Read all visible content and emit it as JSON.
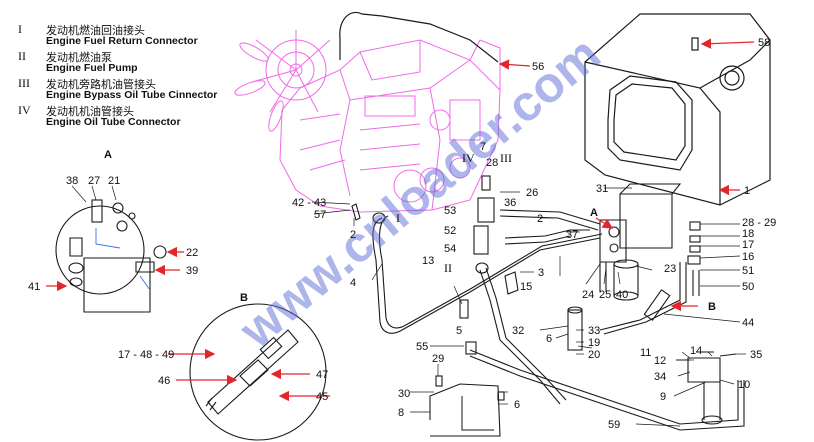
{
  "legend": [
    {
      "num": "I",
      "cn": "发动机燃油回油接头",
      "en": "Engine Fuel Return Connector"
    },
    {
      "num": "II",
      "cn": "发动机燃油泵",
      "en": "Engine Fuel Pump"
    },
    {
      "num": "III",
      "cn": "发动机旁路机油管接头",
      "en": "Engine Bypass Oil Tube Cinnector"
    },
    {
      "num": "IV",
      "cn": "发动机机油管接头",
      "en": "Engine Oil Tube Connector"
    }
  ],
  "sections": {
    "a": "A",
    "b": "B"
  },
  "markers": {
    "i": "I",
    "ii": "II",
    "iii": "III",
    "iv": "IV"
  },
  "callouts": {
    "c1": "1",
    "c2a": "2",
    "c2b": "2",
    "c3": "3",
    "c4": "4",
    "c5": "5",
    "c6a": "6",
    "c6b": "6",
    "c7": "7",
    "c8": "8",
    "c9": "9",
    "c10": "10",
    "c11": "11",
    "c12": "12",
    "c13": "13",
    "c14": "14",
    "c15": "15",
    "c16": "16",
    "c17": "17",
    "c18": "18",
    "c19": "19",
    "c20": "20",
    "c21": "21",
    "c22": "22",
    "c23": "23",
    "c24": "24",
    "c25": "25",
    "c26": "26",
    "c27": "27",
    "c28a": "28",
    "c28_29": "28 - 29",
    "c29": "29",
    "c30": "30",
    "c31": "31",
    "c32": "32",
    "c33": "33",
    "c34": "34",
    "c35": "35",
    "c36": "36",
    "c37": "37",
    "c38": "38",
    "c39": "39",
    "c40": "40",
    "c41": "41",
    "c42_43": "42 - 43",
    "c44": "44",
    "c45": "45",
    "c46": "46",
    "c47": "47",
    "c17_48_49": "17 - 48 - 49",
    "c50": "50",
    "c51": "51",
    "c52": "52",
    "c53": "53",
    "c54": "54",
    "c55": "55",
    "c56": "56",
    "c57": "57",
    "c58": "58",
    "c59": "59"
  },
  "watermark": "www.cnloader.com",
  "colors": {
    "engine": "#f06ae8",
    "watermark": "#5b6cd6",
    "arrow": "#e3262b",
    "line": "#1a1a1a"
  }
}
